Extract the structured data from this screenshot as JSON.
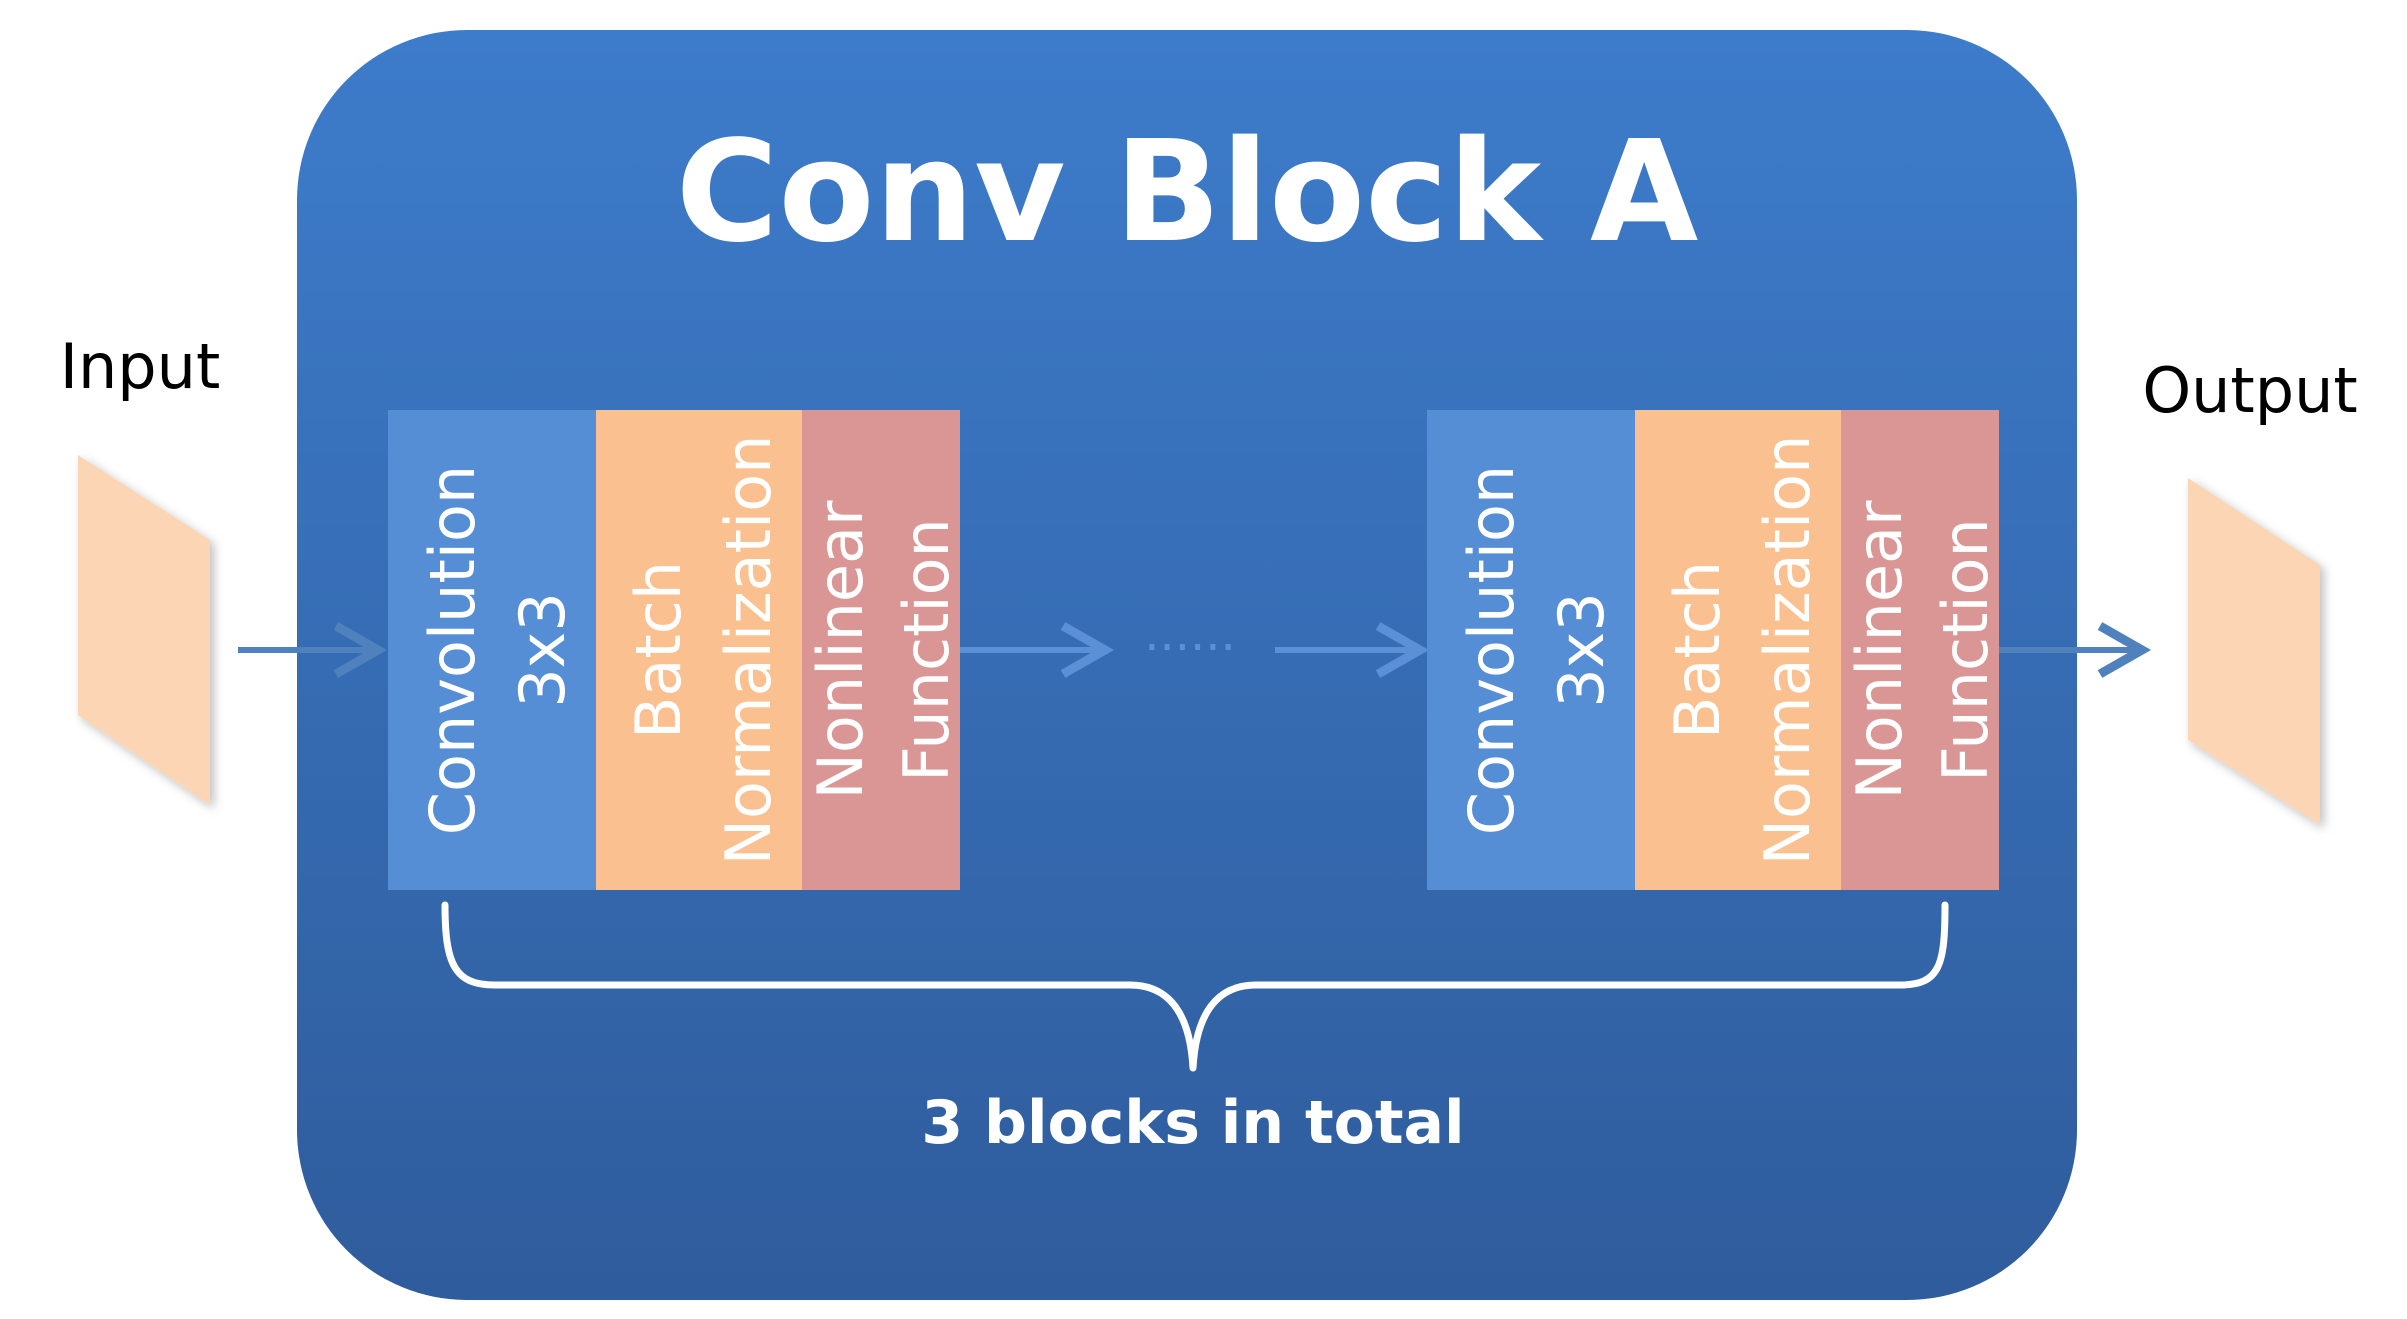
{
  "diagram": {
    "title": "Conv Block A",
    "input_label": "Input",
    "output_label": "Output",
    "caption": "3 blocks in total",
    "ellipsis": "......",
    "blocks": [
      {
        "layers": [
          {
            "line1": "Convolution",
            "line2": "3x3",
            "kind": "conv"
          },
          {
            "line1": "Batch",
            "line2": "Normalization",
            "kind": "bn"
          },
          {
            "line1": "Nonlinear",
            "line2": "Function",
            "kind": "act"
          }
        ]
      },
      {
        "layers": [
          {
            "line1": "Convolution",
            "line2": "3x3",
            "kind": "conv"
          },
          {
            "line1": "Batch",
            "line2": "Normalization",
            "kind": "bn"
          },
          {
            "line1": "Nonlinear",
            "line2": "Function",
            "kind": "act"
          }
        ]
      }
    ],
    "colors": {
      "container_top": "#3d7ccb",
      "container_bottom": "#2f5c9c",
      "conv": "#558ed5",
      "bn": "#fac090",
      "act": "#d99694",
      "feature_map": "#fcd5b4",
      "arrow": "#4f81bd",
      "faint_arrow": "#5b8fd6"
    }
  }
}
